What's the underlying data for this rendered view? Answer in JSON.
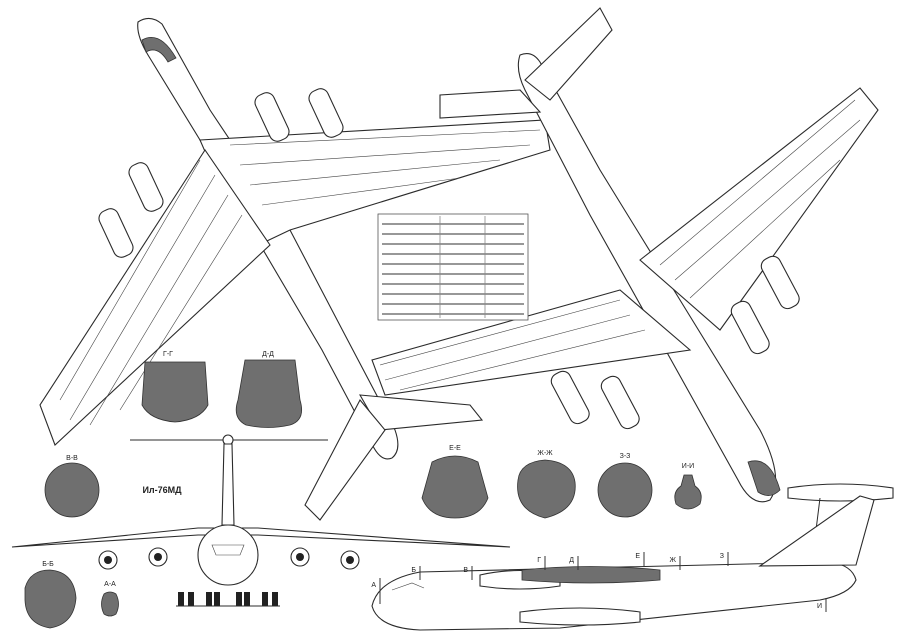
{
  "drawing": {
    "designation": "Ил-76МД",
    "sections": {
      "g_g": "Г-Г",
      "d_d": "Д-Д",
      "v_v": "В-В",
      "e_e": "Е-Е",
      "zh_zh": "Ж-Ж",
      "z_z": "З-З",
      "i_i": "И-И",
      "b_b": "Б-Б",
      "a_a": "А-А"
    },
    "side_markers": [
      "А",
      "Б",
      "В",
      "Г",
      "Д",
      "Е",
      "Ж",
      "З",
      "И"
    ]
  }
}
